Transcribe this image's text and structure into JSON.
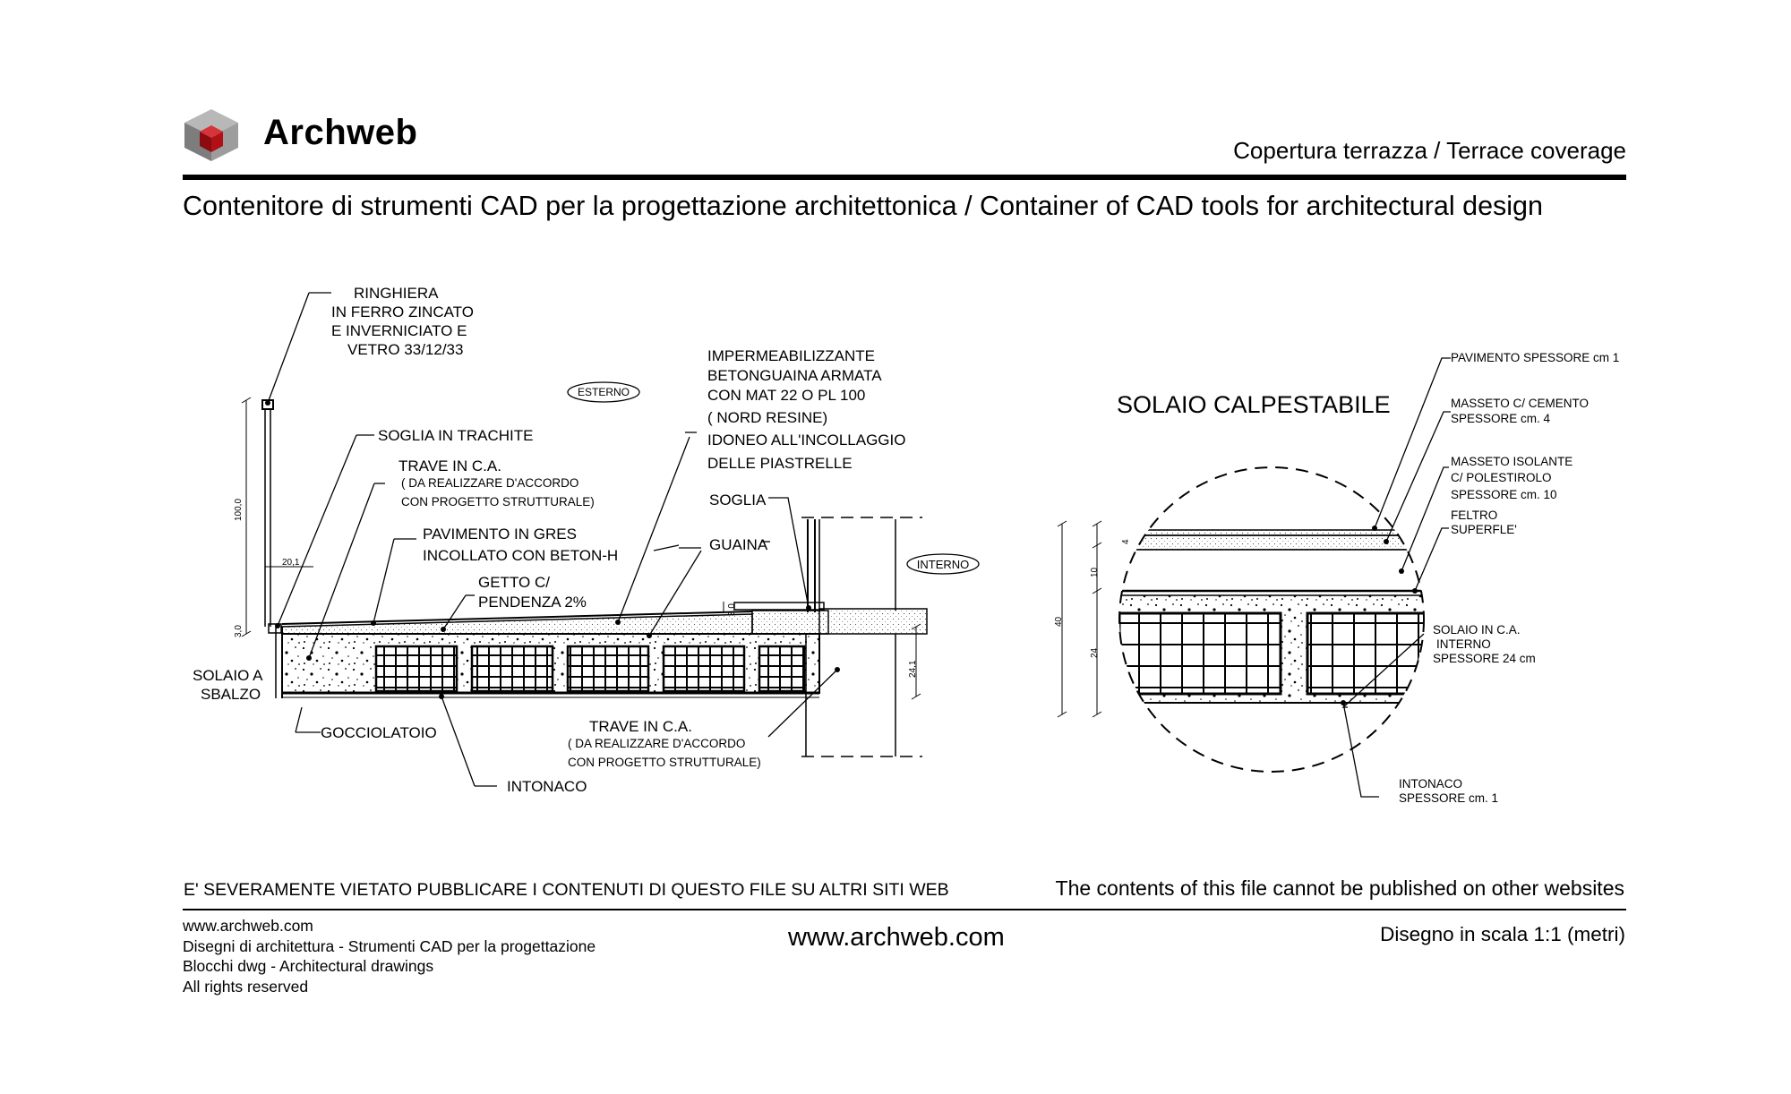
{
  "header": {
    "brand": "Archweb",
    "title": "Copertura terrazza  /  Terrace coverage",
    "subtitle": "Contenitore di strumenti CAD per la progettazione architettonica  /  Container of CAD tools for architectural design"
  },
  "left_section": {
    "tag_exterior": "ESTERNO",
    "tag_interior": "INTERNO",
    "labels": {
      "ringhiera": [
        "RINGHIERA",
        "IN FERRO ZINCATO",
        "E INVERNICIATO E",
        "VETRO 33/12/33"
      ],
      "soglia_trachite": "SOGLIA IN TRACHITE",
      "trave_top": "TRAVE IN C.A.",
      "trave_top_note": [
        "( DA REALIZZARE D'ACCORDO",
        "CON PROGETTO STRUTTURALE)"
      ],
      "pavimento": [
        "PAVIMENTO IN GRES",
        "INCOLLATO CON BETON-H"
      ],
      "getto": [
        "GETTO C/",
        "PENDENZA 2%"
      ],
      "impermeabilizzante": [
        "IMPERMEABILIZZANTE",
        "BETONGUAINA ARMATA",
        "CON MAT 22 O PL 100",
        "( NORD RESINE)",
        "IDONEO ALL'INCOLLAGGIO",
        "DELLE PIASTRELLE"
      ],
      "soglia": "SOGLIA",
      "guaina": "GUAINA",
      "solaio_sbalzo": [
        "SOLAIO A",
        "SBALZO"
      ],
      "gocciolatoio": "GOCCIOLATOIO",
      "intonaco": "INTONACO",
      "trave_bottom": "TRAVE IN C.A.",
      "trave_bottom_note": [
        "( DA REALIZZARE D'ACCORDO",
        "CON PROGETTO STRUTTURALE)"
      ]
    },
    "dimensions": {
      "railing_height": "100,0",
      "base_height": "3,0",
      "offset": "20,1",
      "threshold": "3,0",
      "slab": "24,1"
    }
  },
  "right_section": {
    "title": "SOLAIO CALPESTABILE",
    "labels": {
      "pavimento": "PAVIMENTO SPESSORE cm 1",
      "masseto_cemento": [
        "MASSETO C/ CEMENTO",
        "SPESSORE cm. 4"
      ],
      "masseto_isolante": [
        "MASSETO ISOLANTE",
        "C/ POLESTIROLO",
        "SPESSORE cm. 10"
      ],
      "feltro": [
        "FELTRO",
        "SUPERFLE'"
      ],
      "solaio": [
        "SOLAIO IN C.A.",
        "INTERNO",
        "SPESSORE 24 cm"
      ],
      "intonaco": [
        "INTONACO",
        "SPESSORE cm. 1"
      ]
    },
    "dimensions": {
      "total": "40",
      "layer_4": "4",
      "layer_10": "10",
      "layer_24": "24"
    }
  },
  "footer": {
    "warning_it": "E' SEVERAMENTE VIETATO PUBBLICARE I CONTENUTI DI QUESTO FILE SU ALTRI SITI WEB",
    "warning_en": "The contents of this file cannot be published on other websites",
    "left_lines": [
      "www.archweb.com",
      "Disegni di architettura - Strumenti CAD  per la progettazione",
      "Blocchi dwg - Architectural drawings",
      "All rights reserved"
    ],
    "url": "www.archweb.com",
    "scale": "Disegno in scala 1:1 (metri)"
  },
  "colors": {
    "logo_red": "#b01016",
    "logo_grey": "#8a8a8a",
    "ink": "#000000"
  }
}
